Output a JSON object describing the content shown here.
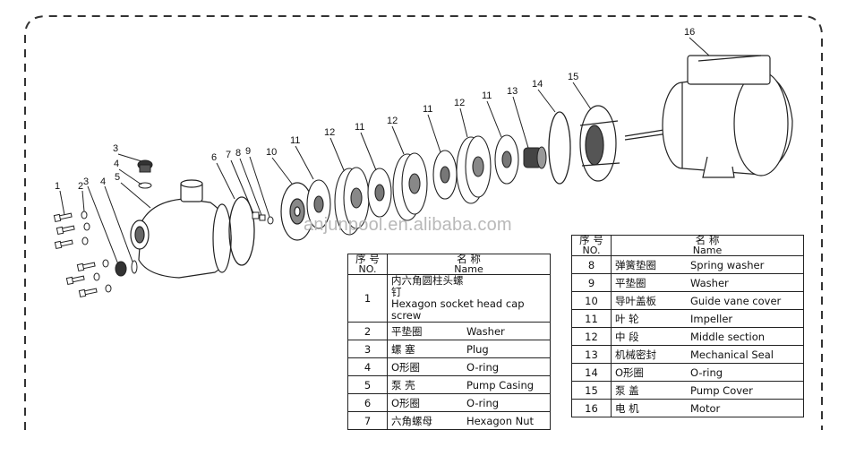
{
  "watermark": "anjunpool.en.alibaba.com",
  "table_header": {
    "no_cn": "序 号",
    "no_en": "NO.",
    "name_cn": "名 称",
    "name_en": "Name"
  },
  "parts_left": [
    {
      "no": "1",
      "cn": "内六角圆柱头螺钉",
      "en": "Hexagon socket head cap screw"
    },
    {
      "no": "2",
      "cn": "平垫圈",
      "en": "Washer"
    },
    {
      "no": "3",
      "cn": "螺 塞",
      "en": "Plug"
    },
    {
      "no": "4",
      "cn": "O形圈",
      "en": "O-ring"
    },
    {
      "no": "5",
      "cn": "泵 壳",
      "en": "Pump Casing"
    },
    {
      "no": "6",
      "cn": "O形圈",
      "en": "O-ring"
    },
    {
      "no": "7",
      "cn": "六角螺母",
      "en": "Hexagon Nut"
    }
  ],
  "parts_right": [
    {
      "no": "8",
      "cn": "弹簧垫圈",
      "en": "Spring washer"
    },
    {
      "no": "9",
      "cn": "平垫圈",
      "en": "Washer"
    },
    {
      "no": "10",
      "cn": "导叶盖板",
      "en": "Guide vane cover"
    },
    {
      "no": "11",
      "cn": "叶 轮",
      "en": "Impeller"
    },
    {
      "no": "12",
      "cn": "中 段",
      "en": "Middle section"
    },
    {
      "no": "13",
      "cn": "机械密封",
      "en": "Mechanical Seal"
    },
    {
      "no": "14",
      "cn": "O形圈",
      "en": "O-ring"
    },
    {
      "no": "15",
      "cn": "泵 盖",
      "en": "Pump Cover"
    },
    {
      "no": "16",
      "cn": "电 机",
      "en": "Motor"
    }
  ],
  "callouts": [
    "1",
    "2",
    "3",
    "3",
    "4",
    "4",
    "5",
    "6",
    "7",
    "8",
    "9",
    "10",
    "11",
    "12",
    "11",
    "12",
    "11",
    "12",
    "11",
    "13",
    "14",
    "15",
    "16"
  ]
}
